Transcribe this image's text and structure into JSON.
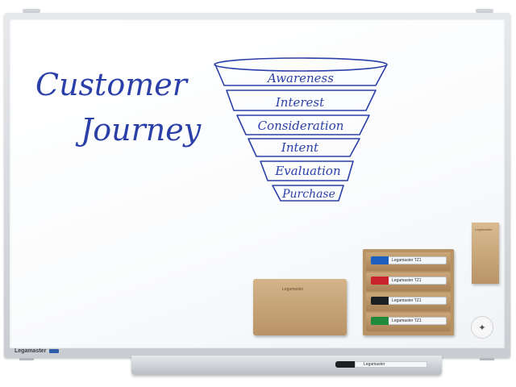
{
  "board": {
    "title_line1": "Customer",
    "title_line2": "Journey",
    "funnel_stages": [
      "Awareness",
      "Interest",
      "Consideration",
      "Intent",
      "Evaluation",
      "Purchase"
    ],
    "brand": "Legamaster"
  },
  "accessories": {
    "eraser_label": "Legamaster",
    "wall_panel_label": "Legamaster",
    "tray_marker_label": "Legamaster",
    "organizer_markers": [
      {
        "label": "Legamaster TZ1",
        "cap_color": "#1d5fbf"
      },
      {
        "label": "Legamaster TZ1",
        "cap_color": "#c8232c"
      },
      {
        "label": "Legamaster TZ1",
        "cap_color": "#1d1f22"
      },
      {
        "label": "Legamaster TZ1",
        "cap_color": "#1f8a3b"
      }
    ]
  },
  "colors": {
    "ink": "#2b3fa8",
    "frame": "#c9cdd2",
    "wood": "#b89366"
  }
}
